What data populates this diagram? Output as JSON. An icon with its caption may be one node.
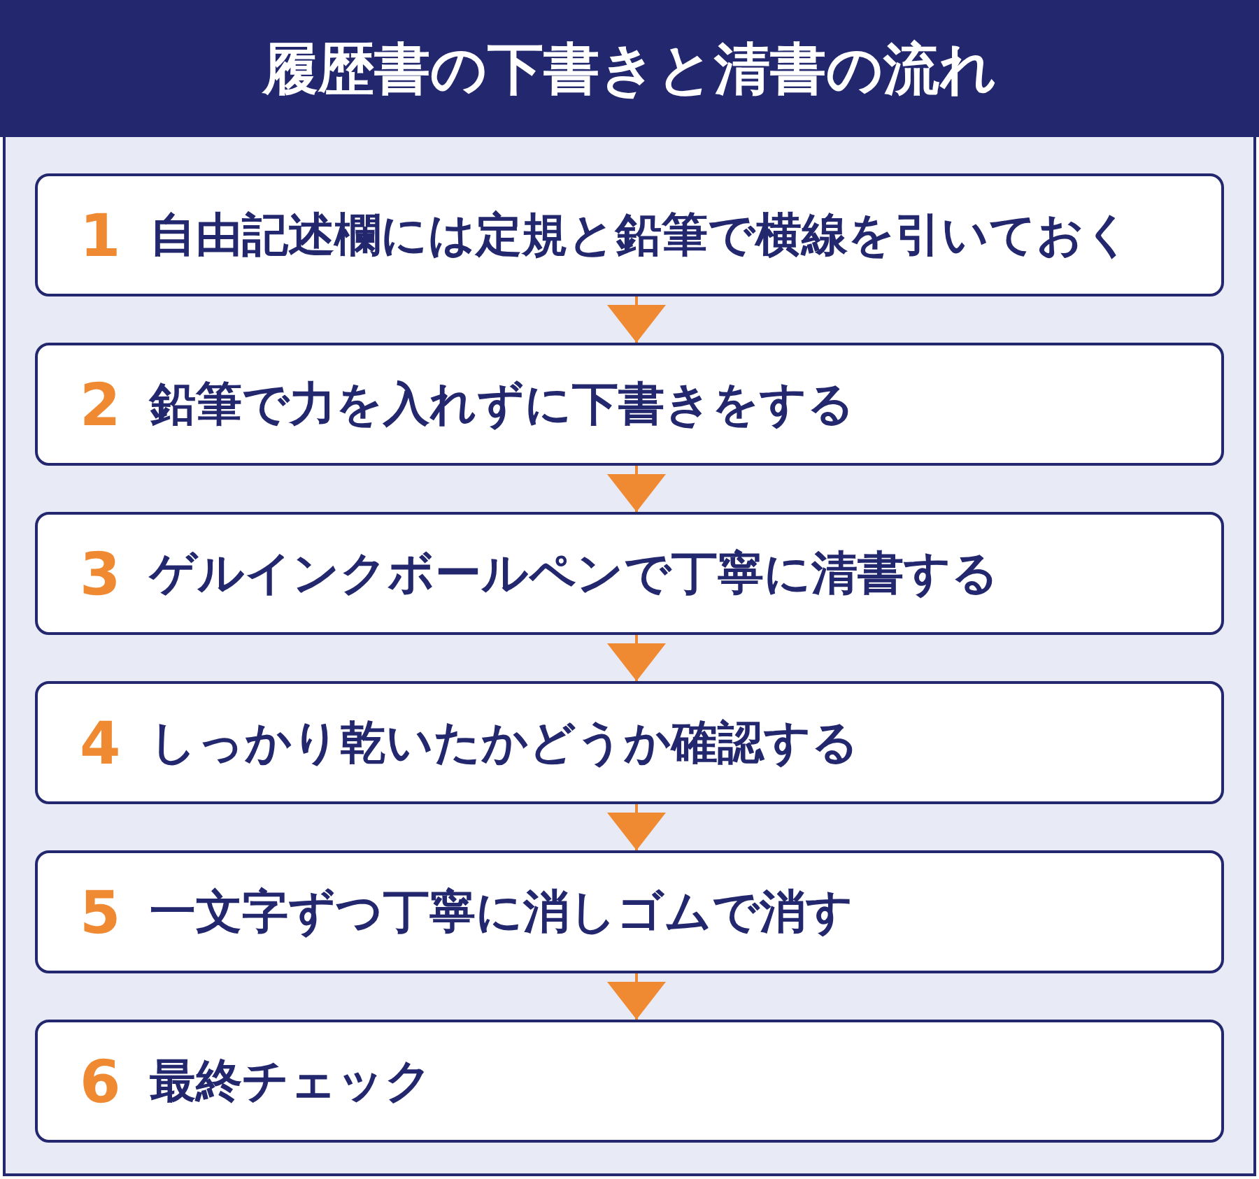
{
  "diagram": {
    "title": "履歴書の下書きと清書の流れ",
    "nodes": [
      {
        "text": [
          "1",
          "自由記述欄には定規と鉛筆で横線を引いておく"
        ]
      },
      {
        "text": [
          "2",
          "鉛筆で力を入れずに下書きをする"
        ]
      },
      {
        "text": [
          "3",
          "ゲルインクボールペンで丁寧に清書する"
        ]
      },
      {
        "text": [
          "4",
          "しっかり乾いたかどうか確認する"
        ]
      },
      {
        "text": [
          "5",
          "一文字ずつ丁寧に消しゴムで消す"
        ]
      },
      {
        "text": [
          "6",
          "最終チェック"
        ]
      }
    ],
    "edges": [
      {
        "from": 0,
        "to": 1,
        "arrow": "to"
      },
      {
        "from": 1,
        "to": 2,
        "arrow": "to"
      },
      {
        "from": 2,
        "to": 3,
        "arrow": "to"
      },
      {
        "from": 3,
        "to": 4,
        "arrow": "to"
      },
      {
        "from": 4,
        "to": 5,
        "arrow": "to"
      }
    ]
  }
}
